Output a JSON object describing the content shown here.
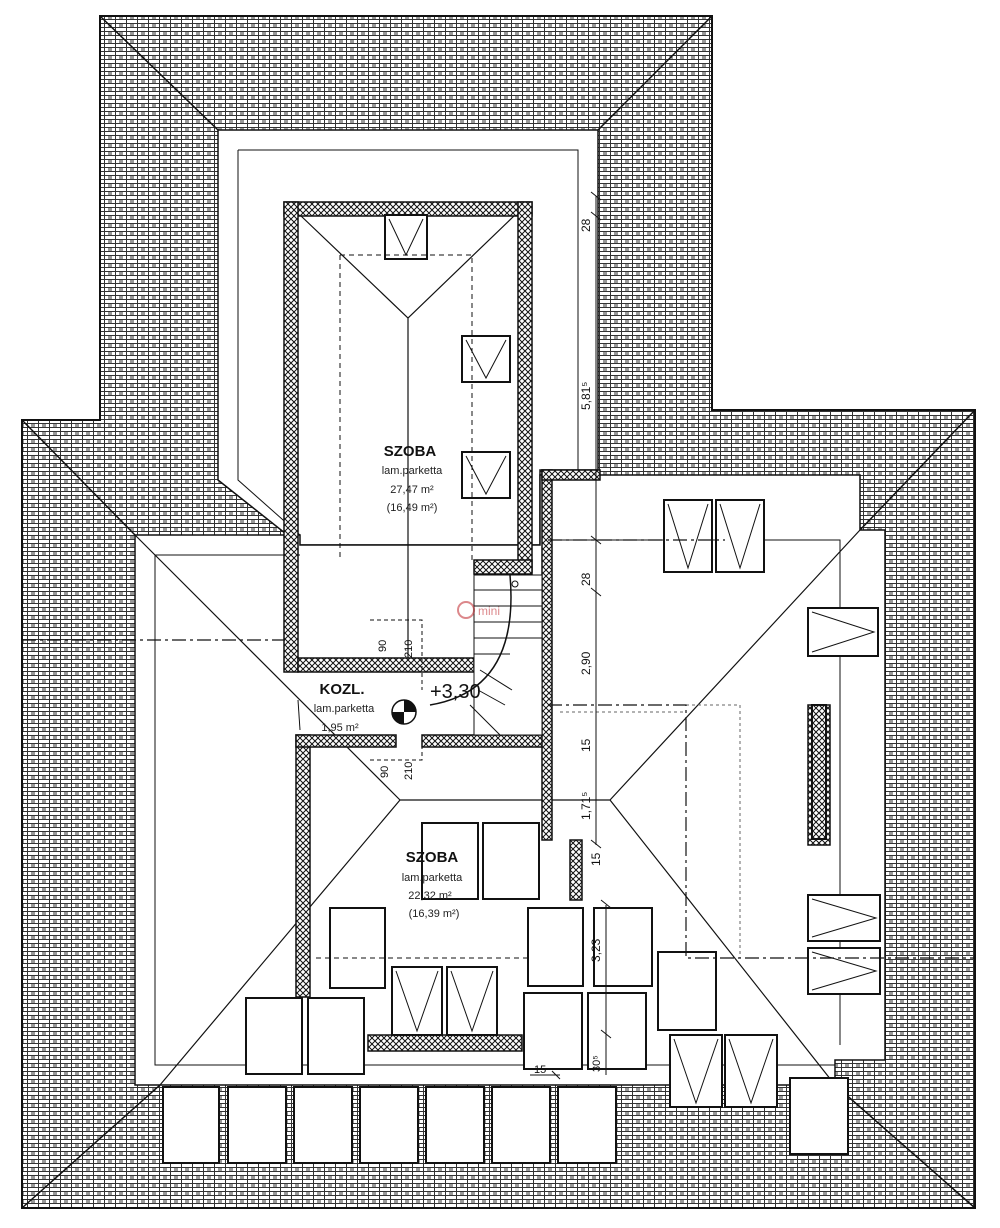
{
  "rooms": {
    "room_north": {
      "name": "SZOBA",
      "floor": "lam.parketta",
      "area": "27,47 m²",
      "net_area": "(16,49 m²)"
    },
    "hallway": {
      "name": "KOZL.",
      "floor": "lam.parketta",
      "area": "1,95 m²"
    },
    "room_south": {
      "name": "SZOBA",
      "floor": "lam.parketta",
      "area": "22,32 m²",
      "net_area": "(16,39 m²)"
    }
  },
  "stair": {
    "level": "+3,30"
  },
  "dimensions": {
    "d_28_top": "28",
    "d_581": "5,81⁵",
    "d_28_mid": "28",
    "d_290": "2,90",
    "d_15_a": "15",
    "d_171": "1,71⁵",
    "d_15_b": "15",
    "d_323": "3,23",
    "d_30": "30⁵",
    "d_15_c": "15",
    "door_90_top": "90",
    "door_210_top": "210",
    "door_90_bottom": "90",
    "door_210_bottom": "210"
  },
  "watermark": "mini"
}
